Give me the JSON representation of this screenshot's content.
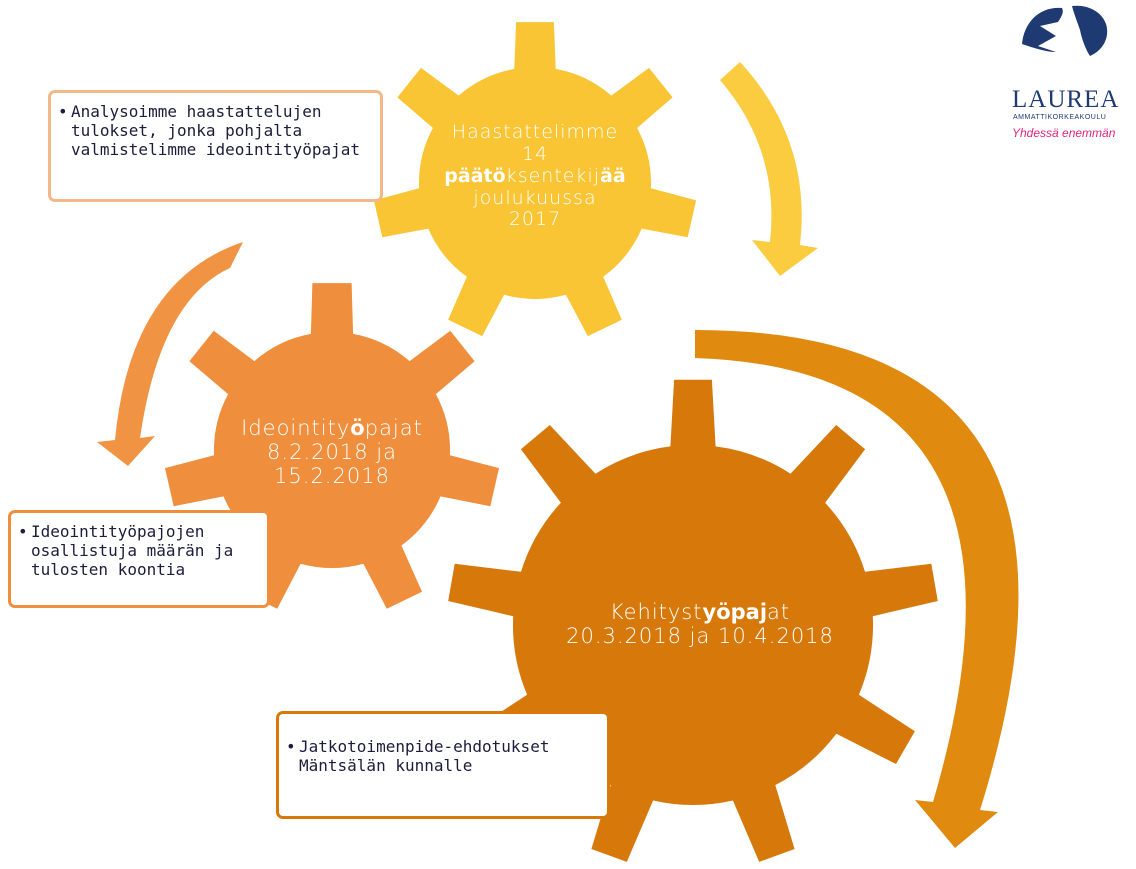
{
  "gears": {
    "yellow": {
      "color": "#f9c535",
      "lines": [
        "Haastattelimme",
        "14"
      ],
      "line3": {
        "a": "päätö",
        "b": "ksentekij",
        "c": "ää"
      },
      "line4": "joulukuussa",
      "line5": "2017"
    },
    "orange": {
      "color": "#ef8e3c",
      "line1": {
        "a": "Ideointity",
        "b": "ö",
        "c": "pajat"
      },
      "line2": "8.2.2018 ja",
      "line3": "15.2.2018"
    },
    "dark": {
      "color": "#d6780a",
      "line1": {
        "a": "Kehityst",
        "b": "yöpaj",
        "c": "at"
      },
      "line2": "20.3.2018 ja 10.4.2018"
    }
  },
  "notes": {
    "analysis": {
      "border": "#f3b889",
      "bullet": "•",
      "lines": [
        "Analysoimme haastattelujen",
        "tulokset, jonka pohjalta",
        "valmistelimme ideointityöpajat"
      ]
    },
    "ideation": {
      "border": "#ef8e3c",
      "bullet": "•",
      "lines": [
        "Ideointityöpajojen",
        "osallistuja määrän ja",
        "tulosten koontia"
      ]
    },
    "followup": {
      "border": "#d6780a",
      "bullet": "•",
      "lines": [
        "Jatkotoimenpide-ehdotukset",
        "Mäntsälän kunnalle"
      ]
    }
  },
  "arrows": {
    "yellow_color": "#fbcc3f",
    "orange_color": "#f09444",
    "dark_color": "#e08a10"
  },
  "logo": {
    "name": "LAUREA",
    "subtitle": "AMMATTIKORKEAKOULU",
    "slogan": "Yhdessä enemmän",
    "color": "#1f3a73",
    "slogan_color": "#e0237f"
  }
}
